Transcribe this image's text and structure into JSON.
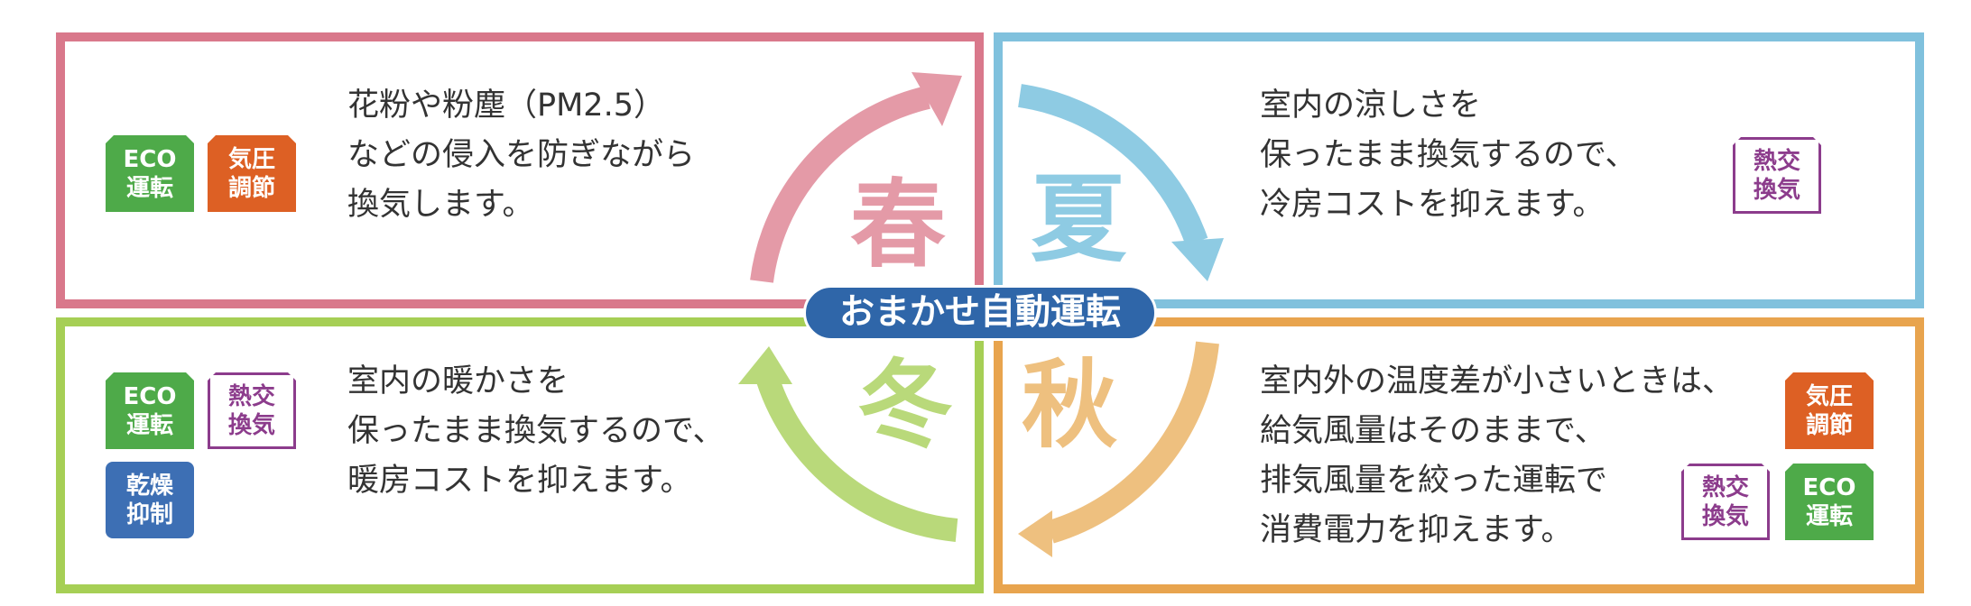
{
  "center_label": "おまかせ自動運転",
  "seasons": {
    "spring": {
      "name": "春",
      "color": "#d9788b",
      "arrow_color": "#e49aa7",
      "lines": [
        "花粉や粉塵（PM2.5）",
        "などの侵入を防ぎながら",
        "換気します。"
      ],
      "badges": [
        {
          "icon": "eco-operation-badge",
          "lines": [
            "ECO",
            "運転"
          ]
        },
        {
          "icon": "pressure-adjust-badge",
          "lines": [
            "気圧",
            "調節"
          ]
        }
      ]
    },
    "summer": {
      "name": "夏",
      "color": "#80c1dd",
      "arrow_color": "#8ecbe3",
      "lines": [
        "室内の涼しさを",
        "保ったまま換気するので、",
        "冷房コストを抑えます。"
      ],
      "badges": [
        {
          "icon": "heat-exchange-badge",
          "lines": [
            "熱交",
            "換気"
          ]
        }
      ]
    },
    "autumn": {
      "name": "秋",
      "color": "#e8a44e",
      "arrow_color": "#eec07f",
      "lines": [
        "室内外の温度差が小さいときは、",
        "給気風量はそのままで、",
        "排気風量を絞った運転で",
        "消費電力を抑えます。"
      ],
      "badges": [
        {
          "icon": "pressure-adjust-badge",
          "lines": [
            "気圧",
            "調節"
          ]
        },
        {
          "icon": "heat-exchange-badge",
          "lines": [
            "熱交",
            "換気"
          ]
        },
        {
          "icon": "eco-operation-badge",
          "lines": [
            "ECO",
            "運転"
          ]
        }
      ]
    },
    "winter": {
      "name": "冬",
      "color": "#a6cf55",
      "arrow_color": "#b9d97a",
      "lines": [
        "室内の暖かさを",
        "保ったまま換気するので、",
        "暖房コストを抑えます。"
      ],
      "badges": [
        {
          "icon": "eco-operation-badge",
          "lines": [
            "ECO",
            "運転"
          ]
        },
        {
          "icon": "heat-exchange-badge",
          "lines": [
            "熱交",
            "換気"
          ]
        },
        {
          "icon": "dry-suppression-badge",
          "lines": [
            "乾燥",
            "抑制"
          ]
        }
      ]
    }
  }
}
